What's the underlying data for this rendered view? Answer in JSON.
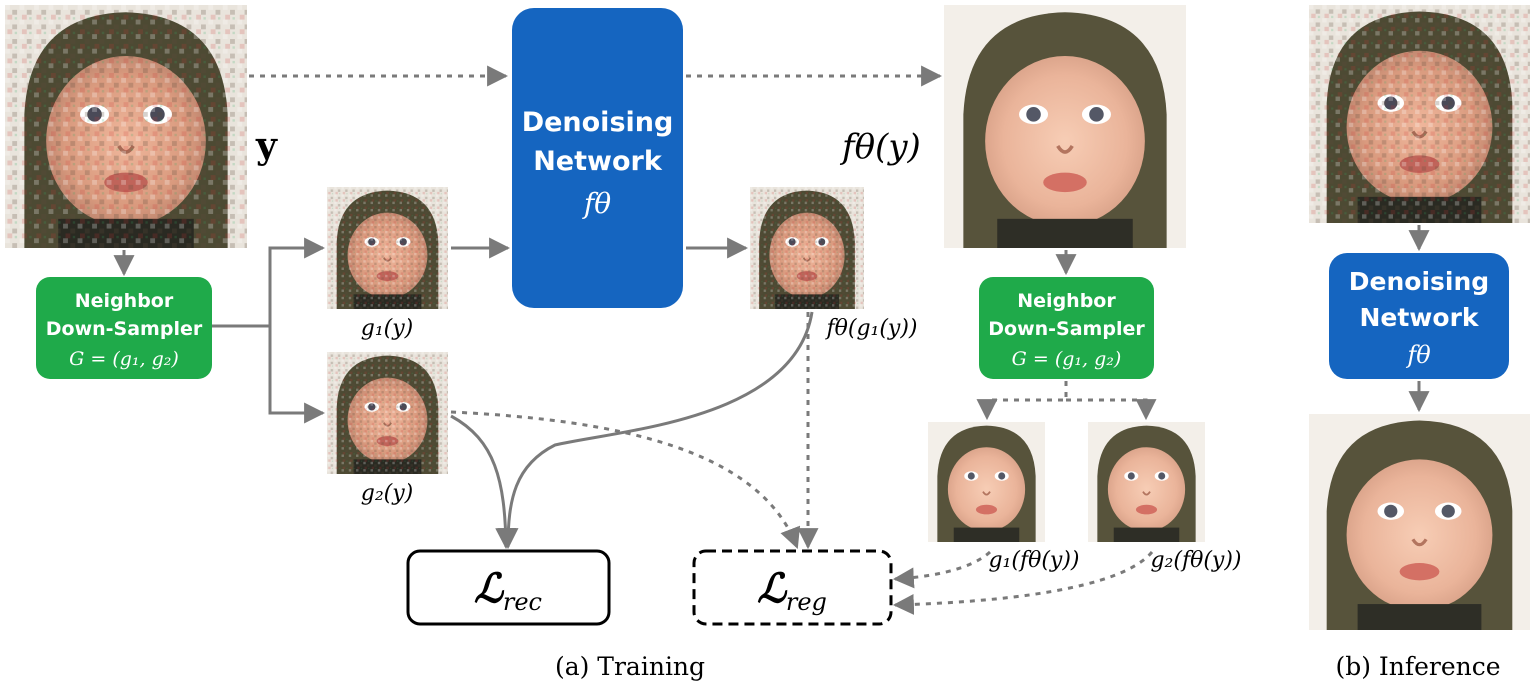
{
  "labels": {
    "y": "y",
    "f_y": "fθ(y)",
    "g1_y": "g₁(y)",
    "g2_y": "g₂(y)",
    "f_g1_y": "fθ(g₁(y))",
    "g1_f_y": "g₁(fθ(y))",
    "g2_f_y": "g₂(fθ(y))"
  },
  "denoiser_training": {
    "line1": "Denoising",
    "line2": "Network",
    "param": "fθ"
  },
  "denoiser_inference": {
    "line1": "Denoising",
    "line2": "Network",
    "param": "fθ"
  },
  "sampler_training": {
    "line1": "Neighbor",
    "line2": "Down-Sampler",
    "formula": "G = (g₁, g₂)"
  },
  "sampler_right": {
    "line1": "Neighbor",
    "line2": "Down-Sampler",
    "formula": "G = (g₁, g₂)"
  },
  "losses": {
    "rec": "ℒ",
    "rec_sub": "rec",
    "reg": "ℒ",
    "reg_sub": "reg"
  },
  "captions": {
    "training": "(a) Training",
    "inference": "(b) Inference"
  },
  "colors": {
    "network_blue": "#1565c0",
    "sampler_green": "#1faa4a",
    "arrow_gray": "#7a7a7a"
  }
}
